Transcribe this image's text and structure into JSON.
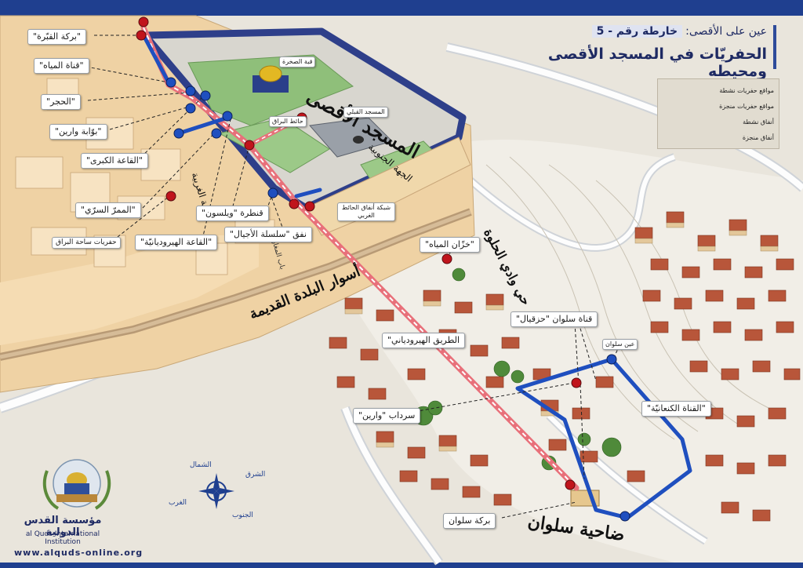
{
  "title": {
    "series_prefix": "عين على الأقصى:",
    "series_number": "خارطة رقم - 5",
    "main": "الحفريّات في المسجد الأقصى ومحيطه"
  },
  "legend": {
    "items": [
      {
        "label": "مواقع حفريات نشطة",
        "color": "#c0141c"
      },
      {
        "label": "مواقع حفريات منجزة",
        "color": "#1f4fbf"
      },
      {
        "label": "أنفاق نشطة",
        "color": "#e8707a"
      },
      {
        "label": "أنفاق منجزة",
        "color": "#1f4fbf"
      }
    ]
  },
  "big_labels": {
    "aqsa": "المسجد الأقصى",
    "western_side": "الجهة الغربية",
    "southern_side": "الجهة الجنوبية",
    "old_city_walls": "أسوار البلدة القديمة",
    "wadi_hilweh": "حي وادي الحلوة",
    "silwan": "ضاحية سلوان"
  },
  "small_labels": {
    "dome": "قبة الصخرة",
    "qibli": "المسجد القبلي",
    "buraq_wall": "حائط البراق",
    "network": "شبكة أنفاق الحائط الغربي",
    "maghariba_gate": "باب المغاربة",
    "ein_silwan": "عين سلوان"
  },
  "callouts": {
    "birkat_alqubra": "\"بركة القبّرة\"",
    "qanat_almiyah": "\"قناة المياه\"",
    "alhajar": "\"الحجر\"",
    "bawabat_warren": "\"بوّابة وارين\"",
    "alqaa_alkubra": "\"القاعة الكبرى\"",
    "almamar_alsirri": "\"الممرّ السرّي\"",
    "herodian_hall": "\"القاعة الهيروديانيّة\"",
    "buraq_plaza": "حفريات ساحة البراق",
    "wilson_arch": "قنطرة \"ويلسون\"",
    "chain_tunnel": "نفق \"سلسلة الأجيال\"",
    "water_reservoir": "\"خزّان المياه\"",
    "herodian_road": "الطريق الهيرودياني\"",
    "silwan_channel": "قناة سلوان \"حزقيال\"",
    "warren_shaft": "سرداب \"وارين\"",
    "canaanite_channel": "\"القناة الكنعانيّة\"",
    "silwan_pool": "بركة سلوان"
  },
  "compass": {
    "north": "الشمال",
    "east": "الشرق",
    "west": "الغرب",
    "south": "الجنوب"
  },
  "logo": {
    "name_ar": "مؤسسة القدس الدولية",
    "name_en": "al Quds International Institution",
    "website": "www.alquds-online.org"
  },
  "colors": {
    "frame_blue": "#1f3f8f",
    "active_red": "#c0141c",
    "done_blue": "#1f4fbf",
    "active_tunnel": "#e8707a"
  }
}
